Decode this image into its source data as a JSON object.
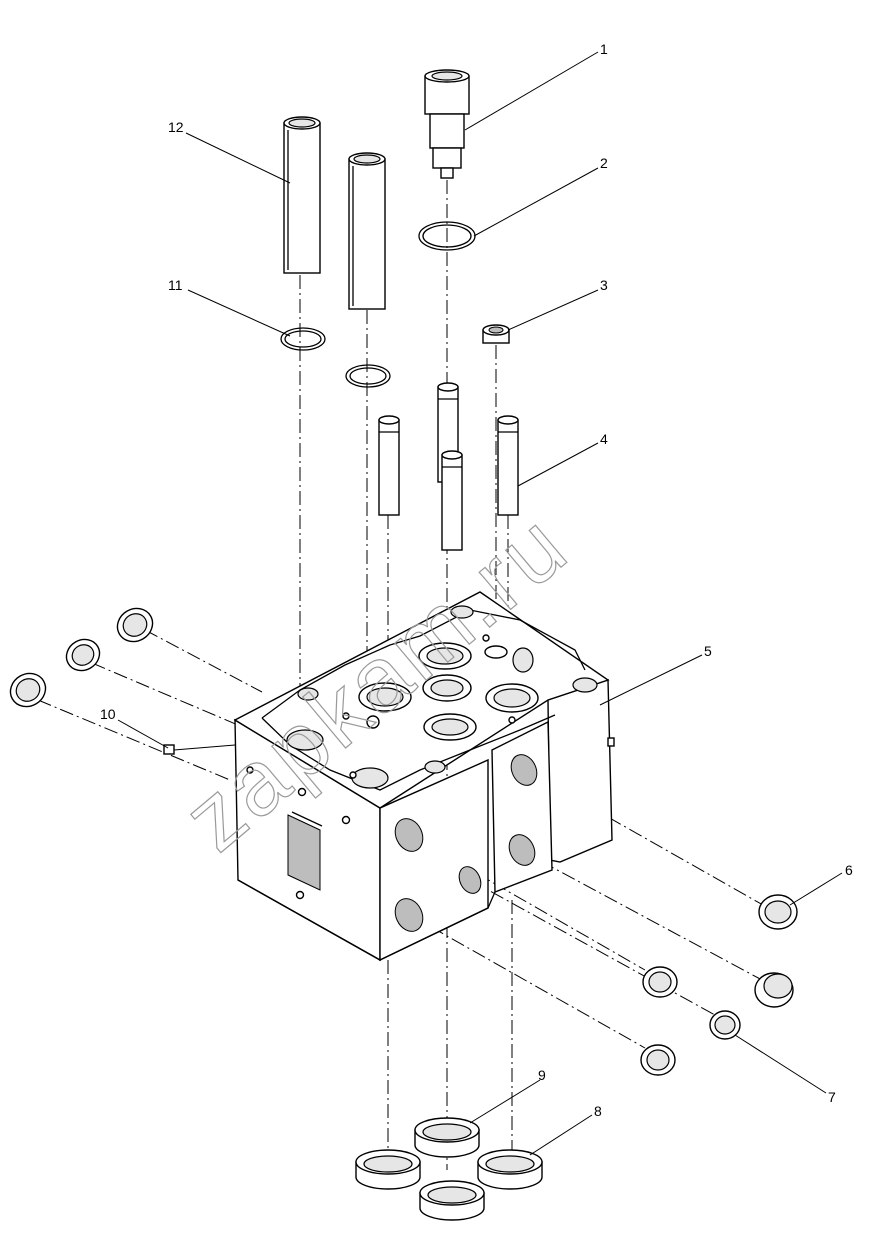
{
  "callouts": [
    {
      "id": "1",
      "label": "1"
    },
    {
      "id": "2",
      "label": "2"
    },
    {
      "id": "3",
      "label": "3"
    },
    {
      "id": "4",
      "label": "4"
    },
    {
      "id": "5",
      "label": "5"
    },
    {
      "id": "6",
      "label": "6"
    },
    {
      "id": "7",
      "label": "7"
    },
    {
      "id": "8",
      "label": "8"
    },
    {
      "id": "9",
      "label": "9"
    },
    {
      "id": "10",
      "label": "10"
    },
    {
      "id": "11",
      "label": "11"
    },
    {
      "id": "12",
      "label": "12"
    }
  ],
  "watermark": "zapkam.ru"
}
